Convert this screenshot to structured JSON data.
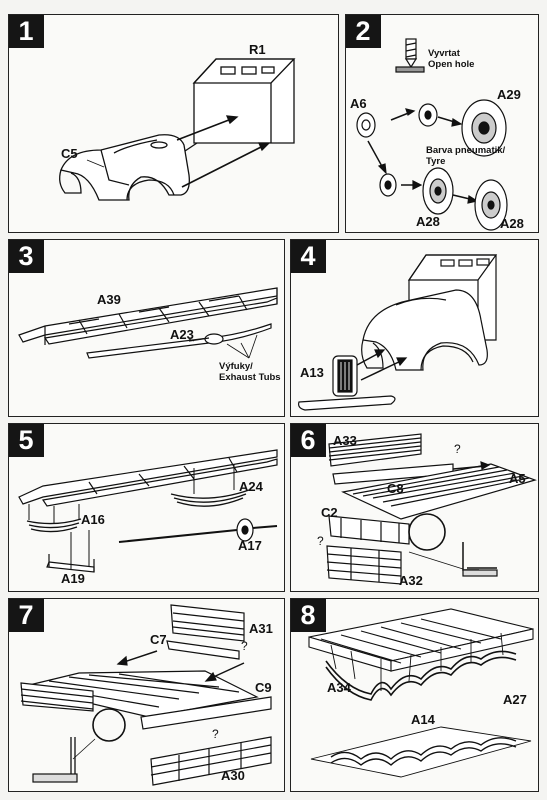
{
  "steps": [
    {
      "number": "1",
      "labels": {
        "r1": "R1",
        "c5": "C5"
      }
    },
    {
      "number": "2",
      "labels": {
        "a6": "A6",
        "a29": "A29",
        "a28a": "A28",
        "a28b": "A28"
      },
      "notes": {
        "hole_cz": "Vyvrtat",
        "hole_en": "Open hole",
        "tyre_cz": "Barva pneumatik/",
        "tyre_en": "Tyre"
      }
    },
    {
      "number": "3",
      "labels": {
        "a39": "A39",
        "a23": "A23"
      },
      "notes": {
        "exhaust_cz": "Výfuky/",
        "exhaust_en": "Exhaust Tubs"
      }
    },
    {
      "number": "4",
      "labels": {
        "a13": "A13"
      }
    },
    {
      "number": "5",
      "labels": {
        "a24": "A24",
        "a16": "A16",
        "a17": "A17",
        "a19": "A19"
      }
    },
    {
      "number": "6",
      "labels": {
        "a33": "A33",
        "c8": "C8",
        "a5": "A5",
        "c2": "C2",
        "a32": "A32"
      },
      "question": "?"
    },
    {
      "number": "7",
      "labels": {
        "a31": "A31",
        "c7": "C7",
        "c9": "C9",
        "a30": "A30"
      },
      "question": "?"
    },
    {
      "number": "8",
      "labels": {
        "a34": "A34",
        "a14": "A14",
        "a27": "A27"
      }
    }
  ],
  "colors": {
    "ink": "#151515",
    "paper": "#fafaf8"
  }
}
